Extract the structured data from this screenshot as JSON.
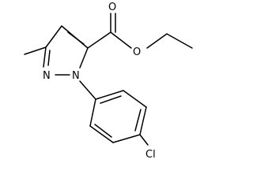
{
  "structure": {
    "atoms": {
      "carbonyl_oxygen": "O",
      "ester_oxygen": "O",
      "pyrazole_n_top": "N",
      "pyrazole_n_bottom": "N",
      "chlorine": "Cl"
    }
  }
}
